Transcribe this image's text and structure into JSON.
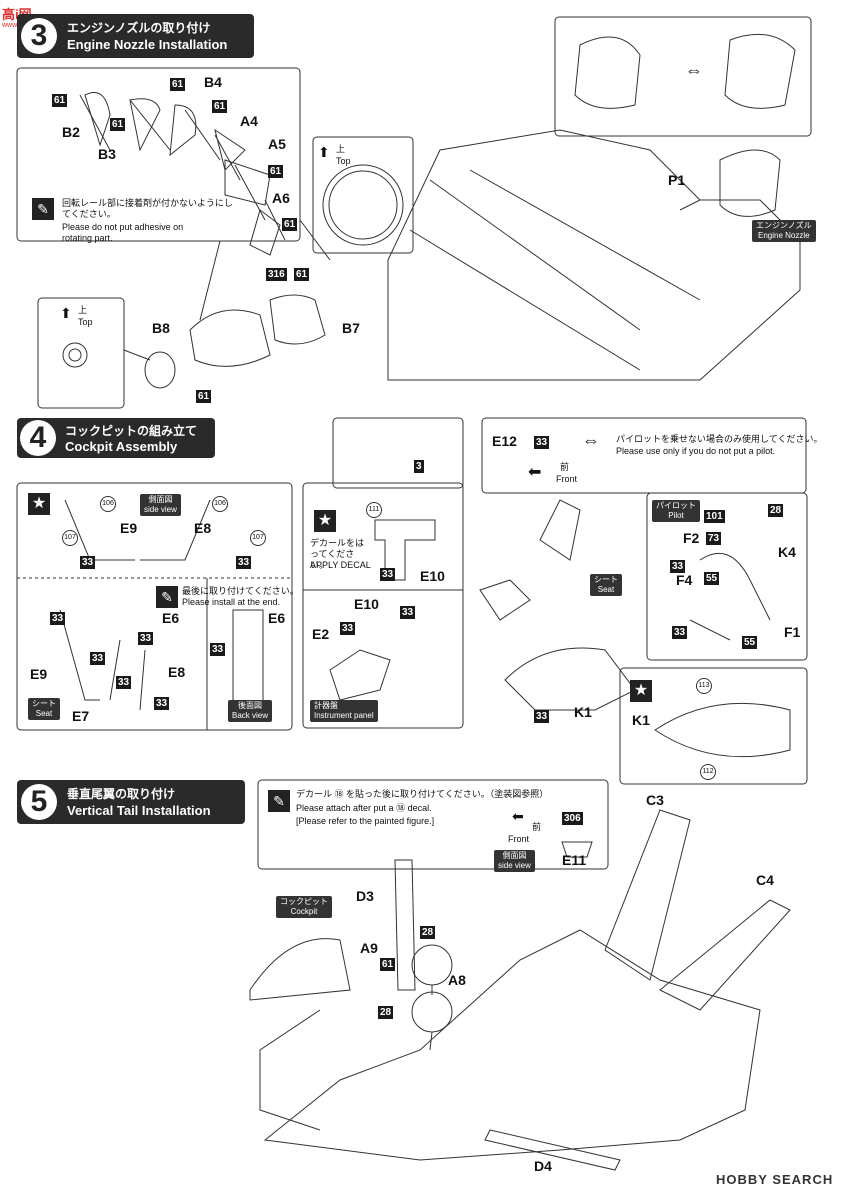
{
  "watermark_top": "高i网",
  "watermark_sub": "www.gaoshou.com",
  "watermark_bottom": "HOBBY SEARCH",
  "step3": {
    "number": "3",
    "title_jp": "エンジンノズルの取り付け",
    "title_en": "Engine Nozzle Installation",
    "note_jp": "回転レール部に接着剤が付かないようにしてください。",
    "note_en": "Please do not put adhesive on rotating part.",
    "top_jp": "上",
    "top_en": "Top",
    "nozzle_tag_jp": "エンジンノズル",
    "nozzle_tag_en": "Engine Nozzle",
    "parts": [
      "B2",
      "B3",
      "B4",
      "A4",
      "A5",
      "A6",
      "B8",
      "B7",
      "P1"
    ],
    "tags": [
      "61",
      "316"
    ]
  },
  "step4": {
    "number": "4",
    "title_jp": "コックピットの組み立て",
    "title_en": "Cockpit Assembly",
    "side_view_jp": "側面図",
    "side_view_en": "side view",
    "install_end_jp": "最後に取り付けてください。",
    "install_end_en": "Please install at the end.",
    "seat_jp": "シート",
    "seat_en": "Seat",
    "back_view_jp": "後面図",
    "back_view_en": "Back view",
    "decal_jp": "デカールをはってください。",
    "decal_en": "APPLY DECAL",
    "instrument_jp": "計器盤",
    "instrument_en": "Instrument panel",
    "pilot_note_jp": "パイロットを乗せない場合のみ使用してください。",
    "pilot_note_en": "Please use only if you do not put a pilot.",
    "front_jp": "前",
    "front_en": "Front",
    "pilot_jp": "パイロット",
    "pilot_en": "Pilot",
    "parts": [
      "E9",
      "E8",
      "E6",
      "E7",
      "E10",
      "E2",
      "E12",
      "K1",
      "K4",
      "F2",
      "F4",
      "F1"
    ],
    "tags": [
      "33",
      "3",
      "101",
      "28",
      "73",
      "55"
    ],
    "decals": [
      "106",
      "107",
      "111",
      "113",
      "112"
    ]
  },
  "step5": {
    "number": "5",
    "title_jp": "垂直尾翼の取り付け",
    "title_en": "Vertical Tail Installation",
    "note_jp": "デカール ⑱ を貼った後に取り付けてください。（塗装図参照）",
    "note_en": "Please attach after put a ⑱ decal.",
    "note_en2": "[Please refer to the painted figure.]",
    "front_jp": "前",
    "front_en": "Front",
    "side_view_jp": "側面図",
    "side_view_en": "side view",
    "cockpit_jp": "コックピット",
    "cockpit_en": "Cockpit",
    "parts": [
      "C3",
      "C4",
      "D3",
      "A9",
      "A8",
      "D4",
      "E11"
    ],
    "tags": [
      "28",
      "61",
      "306"
    ]
  }
}
